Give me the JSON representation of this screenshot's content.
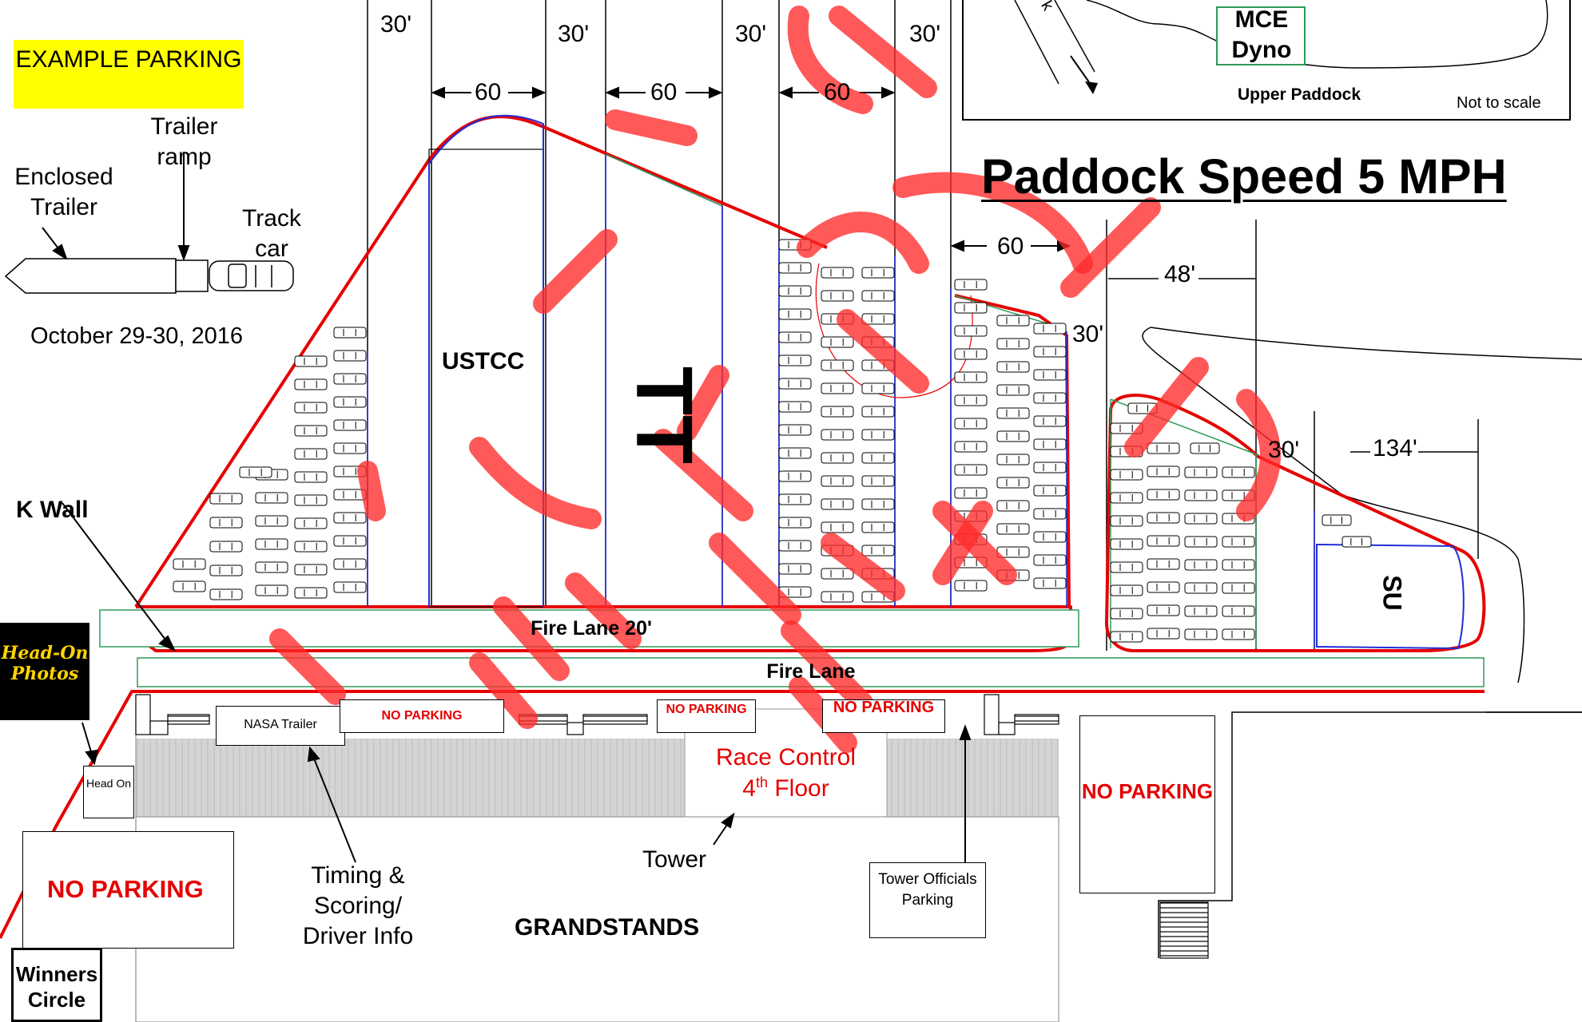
{
  "map": {
    "title": "Paddock Speed 5 MPH",
    "date": "October 29-30, 2016",
    "example_parking": "EXAMPLE PARKING",
    "legend": {
      "trailer_ramp": "Trailer ramp",
      "enclosed_trailer": "Enclosed Trailer",
      "track_car": "Track car"
    },
    "inset": {
      "mce_dyno": "MCE Dyno",
      "upper_paddock": "Upper Paddock",
      "not_to_scale": "Not to scale",
      "arrow_fragment": "k"
    },
    "dims": {
      "d30": "30'",
      "d60": "60",
      "d48": "48'",
      "d134": "134'"
    },
    "zones": {
      "ustcc": "USTCC",
      "tt": "TT",
      "su": "SU"
    },
    "labels": {
      "k_wall": "K Wall",
      "fire_lane_20": "Fire Lane 20'",
      "fire_lane": "Fire Lane",
      "no_parking": "NO PARKING",
      "nasa_trailer": "NASA Trailer",
      "race_control": "Race Control",
      "race_control_floor_num": "4",
      "race_control_floor_sup": "th",
      "race_control_floor_word": "Floor",
      "tower": "Tower",
      "tower_officials_parking": "Tower Officials Parking",
      "timing_scoring": "Timing & Scoring/ Driver Info",
      "grandstands": "GRANDSTANDS",
      "head_on": "Head On",
      "winners_circle": "Winners Circle",
      "logo": "Head-On Photos"
    },
    "colors": {
      "red": "#e60000",
      "blue": "#1f2fd8",
      "green": "#2e9a58",
      "yellow": "#ffff00",
      "grandstand": "#d0d0d0"
    }
  }
}
